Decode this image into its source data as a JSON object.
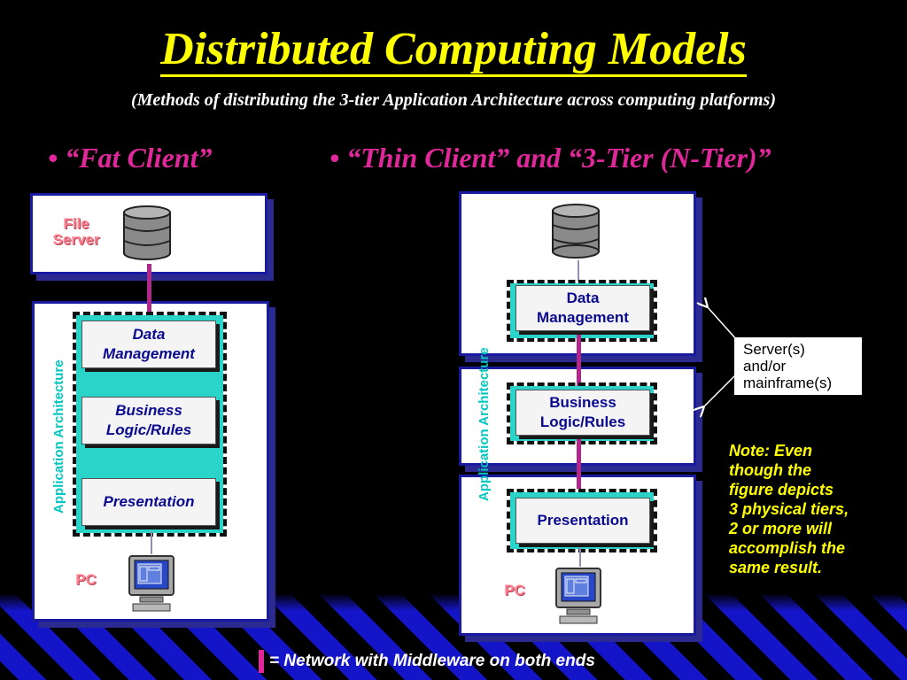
{
  "title": "Distributed Computing Models",
  "subtitle": "(Methods of distributing the 3-tier Application Architecture across computing platforms)",
  "left_heading": "• “Fat Client”",
  "right_heading": "• “Thin Client” and “3-Tier (N-Tier)”",
  "fat_client": {
    "file_server_label_line1": "File",
    "file_server_label_line2": "Server",
    "app_arch_label": "Application Architecture",
    "modules": {
      "data_line1": "Data",
      "data_line2": "Management",
      "business_line1": "Business",
      "business_line2": "Logic/Rules",
      "presentation": "Presentation"
    },
    "pc_label": "PC"
  },
  "thin_client": {
    "app_arch_label": "Application Architecture",
    "modules": {
      "data_line1": "Data",
      "data_line2": "Management",
      "business_line1": "Business",
      "business_line2": "Logic/Rules",
      "presentation": "Presentation"
    },
    "pc_label": "PC"
  },
  "callout": {
    "line1": "Server(s)",
    "line2": "and/or",
    "line3": "mainframe(s)"
  },
  "note": {
    "line1": "Note: Even",
    "line2": "though the",
    "line3": "figure depicts",
    "line4": "3 physical tiers,",
    "line5": "2 or more will",
    "line6": "accomplish the",
    "line7": "same result."
  },
  "legend": {
    "text": "= Network with Middleware on both ends"
  },
  "colors": {
    "background": "#000000",
    "title": "#ffff00",
    "heading": "#e0289a",
    "module_text": "#0a0a90",
    "app_arch": "#00c8c0",
    "network": "#b0288a",
    "stripe": "#1414c8"
  }
}
